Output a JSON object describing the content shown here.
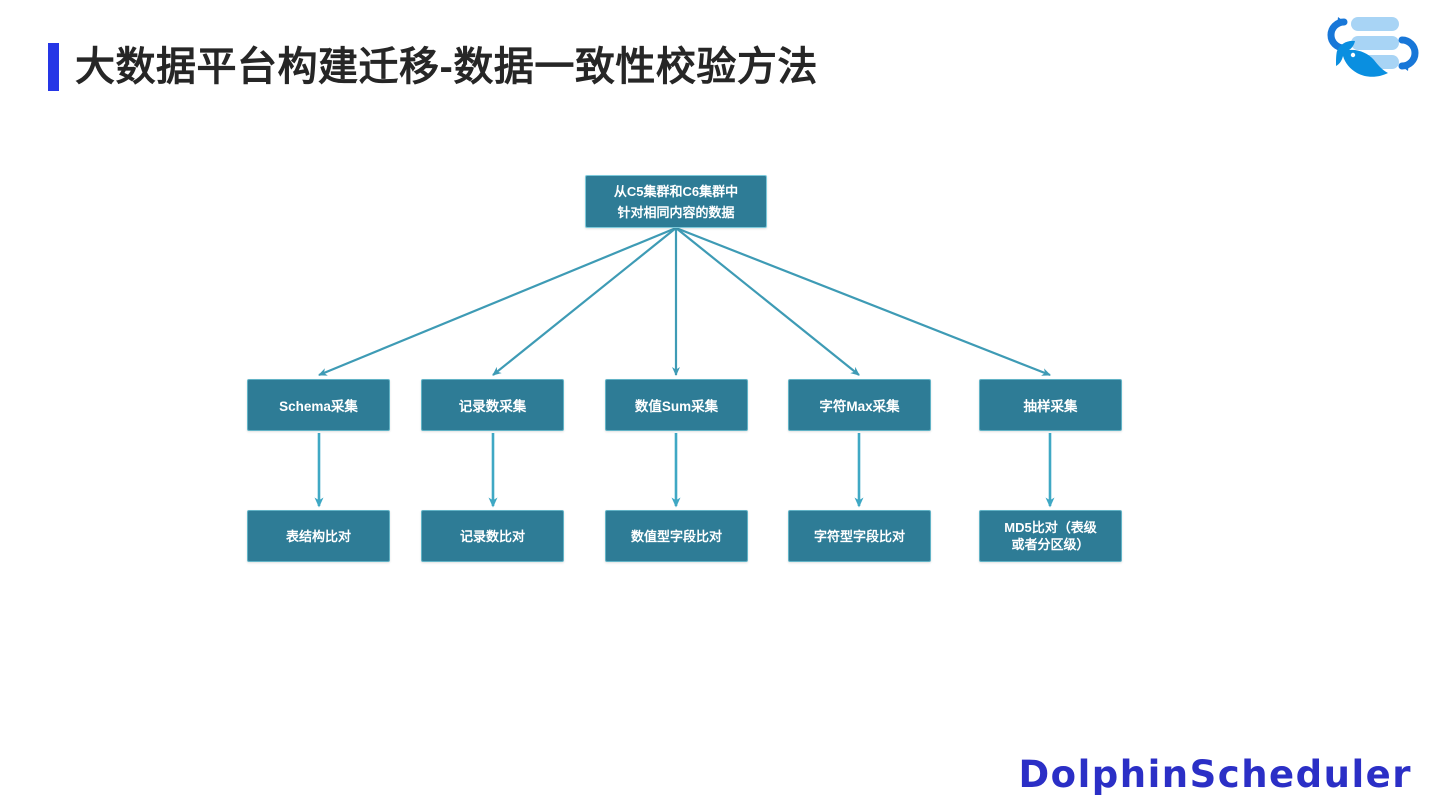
{
  "slide": {
    "title": "大数据平台构建迁移-数据一致性校验方法",
    "accent_color": "#2536E6",
    "background_color": "#FFFFFF",
    "footer_wordmark": "DolphinScheduler",
    "footer_color": "#2B2FC6"
  },
  "logo": {
    "name": "dolphinscheduler-logo",
    "dolphin_color": "#0A8FE0",
    "arrow_color": "#1877D8",
    "stack_color": "#A8D4F5"
  },
  "diagram": {
    "type": "tree",
    "node_fill": "#2E7C96",
    "node_border": "#62B3C6",
    "connector_color": "#3E9BB5",
    "vertical_connector_color": "#3FA8C4",
    "root": {
      "id": "root",
      "label": "从C5集群和C6集群中\n针对相同内容的数据"
    },
    "branches": [
      {
        "id": "schema",
        "collect": "Schema采集",
        "compare": "表结构比对"
      },
      {
        "id": "count",
        "collect": "记录数采集",
        "compare": "记录数比对"
      },
      {
        "id": "sum",
        "collect": "数值Sum采集",
        "compare": "数值型字段比对"
      },
      {
        "id": "max",
        "collect": "字符Max采集",
        "compare": "字符型字段比对"
      },
      {
        "id": "sample",
        "collect": "抽样采集",
        "compare": "MD5比对（表级\n或者分区级）"
      }
    ]
  }
}
